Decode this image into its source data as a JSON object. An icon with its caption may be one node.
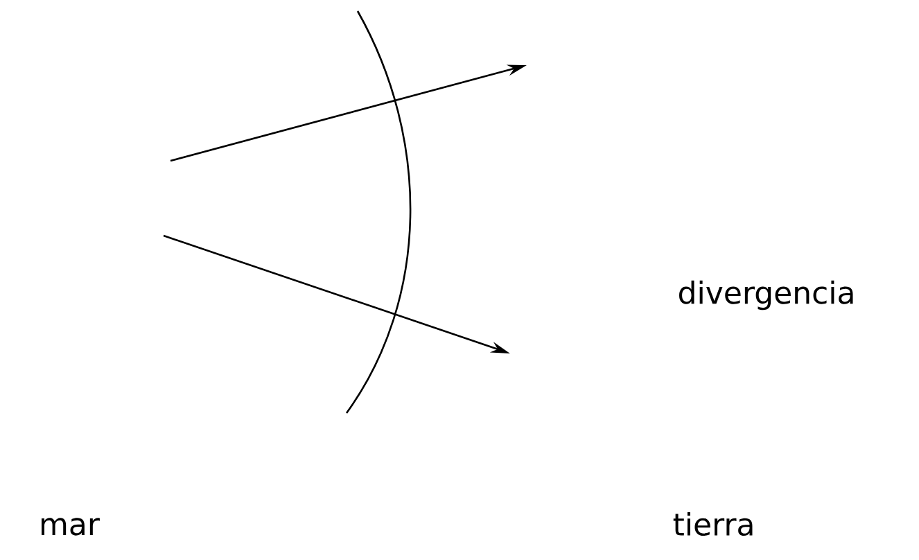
{
  "diagram": {
    "labels": [
      "divergencia",
      "mar",
      "tierra"
    ]
  }
}
